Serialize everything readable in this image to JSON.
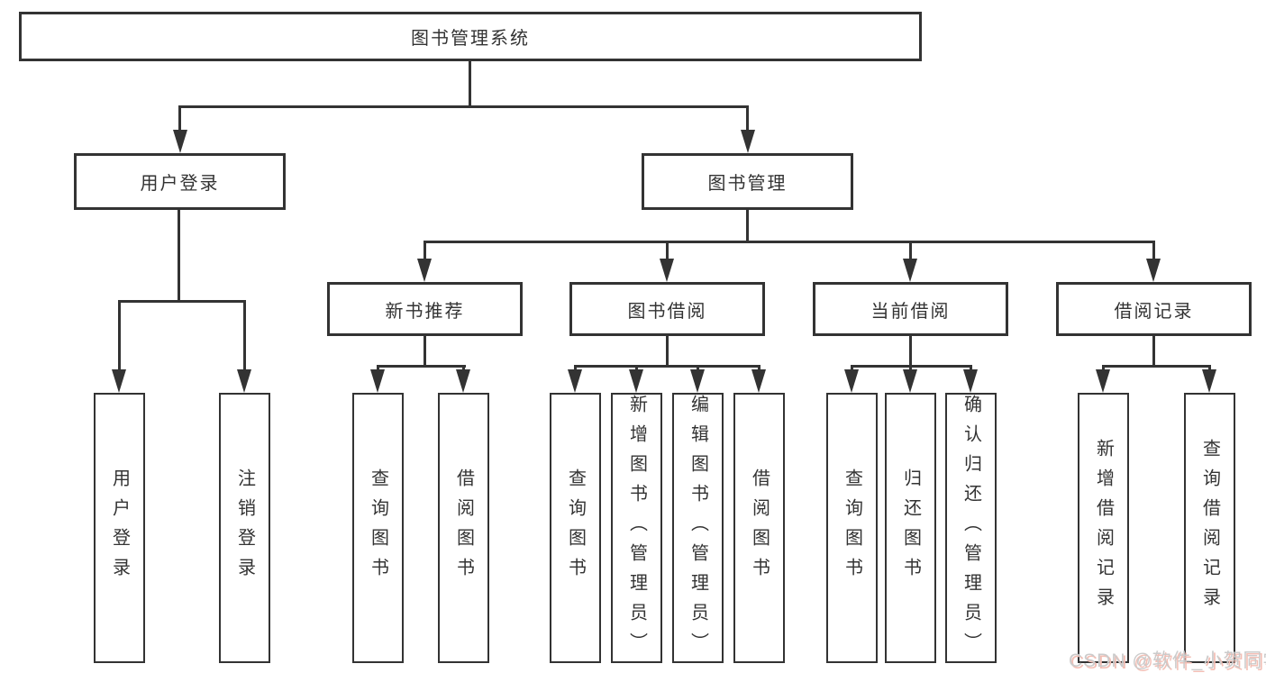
{
  "diagram_title": "图书管理系统",
  "tree": {
    "root": {
      "label": "图书管理系统"
    },
    "branches": [
      {
        "label": "用户登录",
        "children": [
          {
            "label": "用户登录"
          },
          {
            "label": "注销登录"
          }
        ]
      },
      {
        "label": "图书管理",
        "sections": [
          {
            "label": "新书推荐",
            "children": [
              {
                "label": "查询图书"
              },
              {
                "label": "借阅图书"
              }
            ]
          },
          {
            "label": "图书借阅",
            "children": [
              {
                "label": "查询图书"
              },
              {
                "label": "新增图书（管理员）"
              },
              {
                "label": "编辑图书（管理员）"
              },
              {
                "label": "借阅图书"
              }
            ]
          },
          {
            "label": "当前借阅",
            "children": [
              {
                "label": "查询图书"
              },
              {
                "label": "归还图书"
              },
              {
                "label": "确认归还（管理员）"
              }
            ]
          },
          {
            "label": "借阅记录",
            "children": [
              {
                "label": "新增借阅记录"
              },
              {
                "label": "查询借阅记录"
              }
            ]
          }
        ]
      }
    ]
  },
  "watermark": {
    "text": "CSDN @软件_小贺同学"
  },
  "colors": {
    "line": "#333333",
    "text": "#333333",
    "background": "#ffffff",
    "watermark": "#cbcbcb",
    "watermark_shadow": "#f3beb4"
  }
}
